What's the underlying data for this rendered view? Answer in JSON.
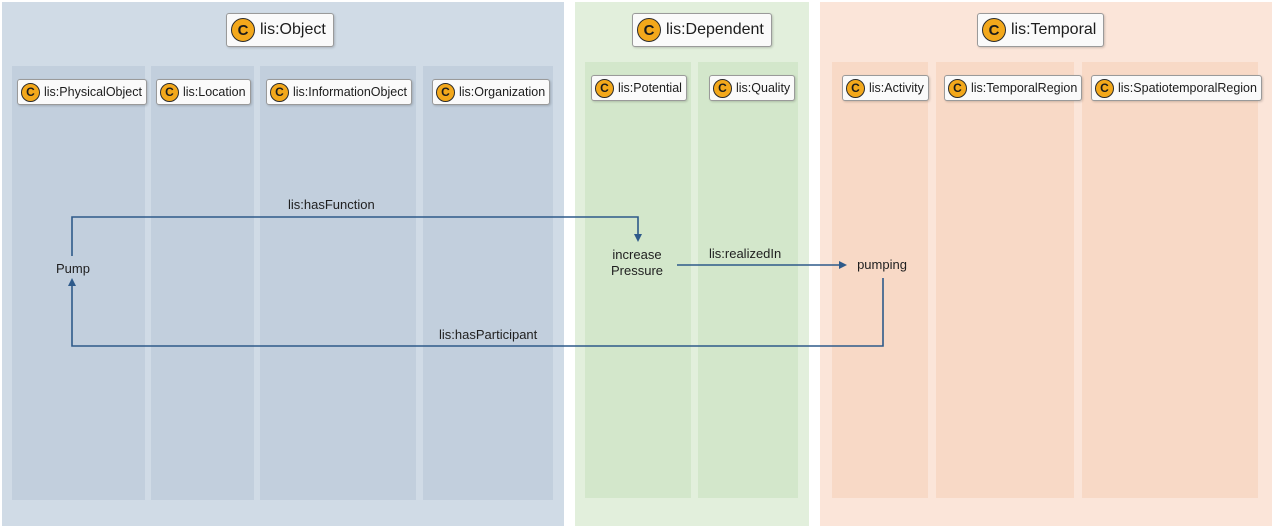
{
  "groups": {
    "object": {
      "label": "lis:Object",
      "color": "#d0dbe6",
      "column_color": "#c2cfdd",
      "columns": [
        "lis:PhysicalObject",
        "lis:Location",
        "lis:InformationObject",
        "lis:Organization"
      ]
    },
    "dependent": {
      "label": "lis:Dependent",
      "color": "#e2efdc",
      "column_color": "#d3e7cb",
      "columns": [
        "lis:Potential",
        "lis:Quality"
      ]
    },
    "temporal": {
      "label": "lis:Temporal",
      "color": "#fbe5d9",
      "column_color": "#f8d9c6",
      "columns": [
        "lis:Activity",
        "lis:TemporalRegion",
        "lis:SpatiotemporalRegion"
      ]
    }
  },
  "class_icon_letter": "C",
  "class_icon_color": "#f3a81b",
  "edge_color": "#2e5a8a",
  "nodes": {
    "pump": "Pump",
    "increase_line1": "increase",
    "increase_line2": "Pressure",
    "pumping": "pumping"
  },
  "edges": {
    "has_function": "lis:hasFunction",
    "realized_in": "lis:realizedIn",
    "has_participant": "lis:hasParticipant"
  }
}
